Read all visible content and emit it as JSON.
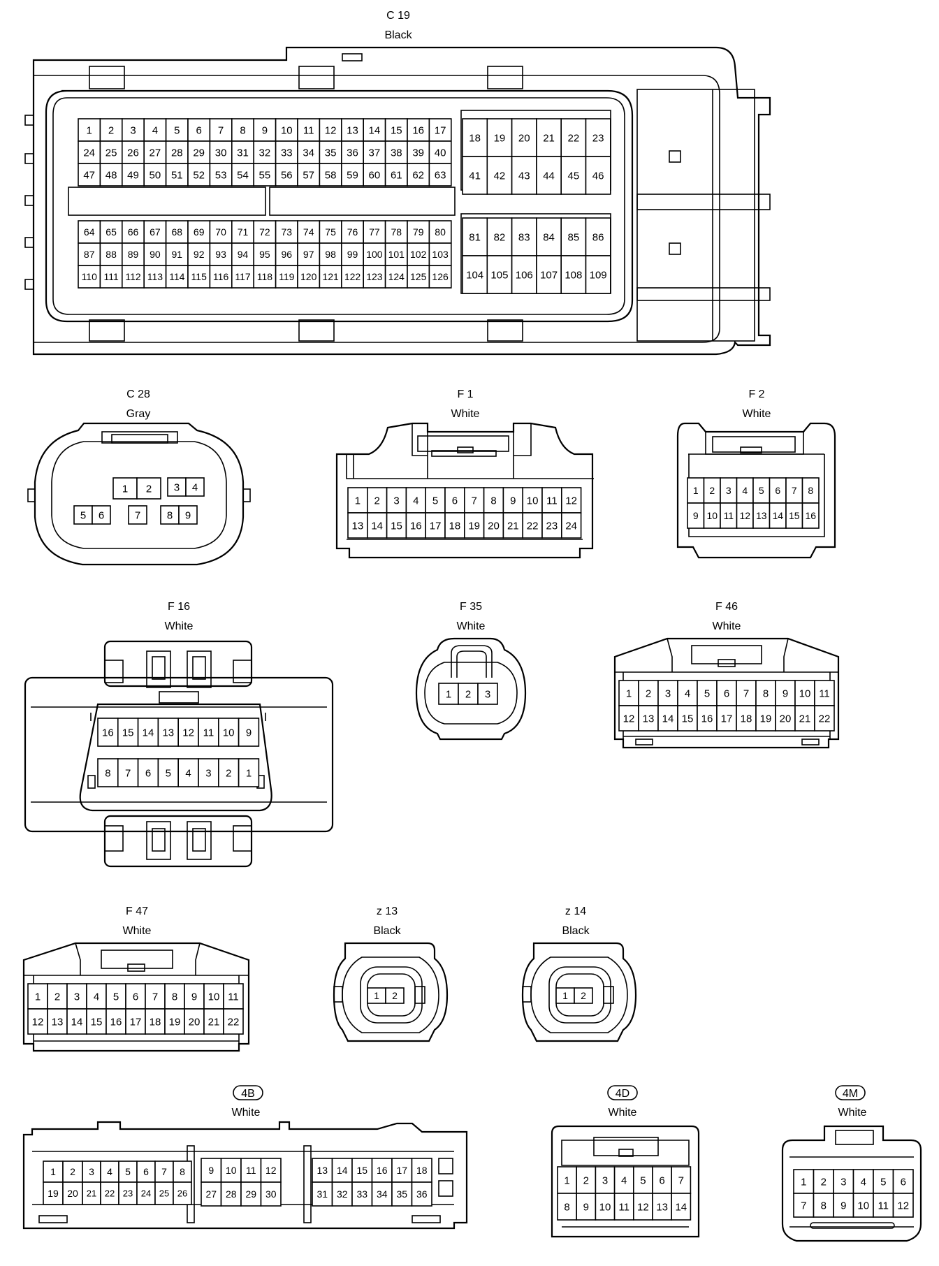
{
  "connectors": [
    {
      "id": "C19",
      "code": "C 19",
      "color": "Black"
    },
    {
      "id": "C28",
      "code": "C 28",
      "color": "Gray"
    },
    {
      "id": "F1",
      "code": "F 1",
      "color": "White"
    },
    {
      "id": "F2",
      "code": "F 2",
      "color": "White"
    },
    {
      "id": "F16",
      "code": "F 16",
      "color": "White"
    },
    {
      "id": "F35",
      "code": "F 35",
      "color": "White"
    },
    {
      "id": "F46",
      "code": "F 46",
      "color": "White"
    },
    {
      "id": "F47",
      "code": "F 47",
      "color": "White"
    },
    {
      "id": "z13",
      "code": "z 13",
      "color": "Black"
    },
    {
      "id": "z14",
      "code": "z 14",
      "color": "Black"
    },
    {
      "id": "4B",
      "code": "4B",
      "color": "White"
    },
    {
      "id": "4D",
      "code": "4D",
      "color": "White"
    },
    {
      "id": "4M",
      "code": "4M",
      "color": "White"
    }
  ]
}
